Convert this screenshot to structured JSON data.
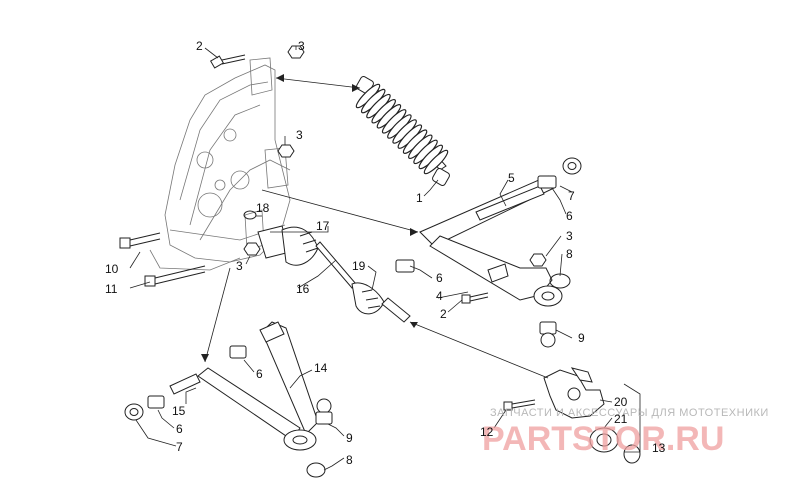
{
  "callouts": [
    {
      "id": "c1",
      "label": "1"
    },
    {
      "id": "c2a",
      "label": "2"
    },
    {
      "id": "c2b",
      "label": "2"
    },
    {
      "id": "c3a",
      "label": "3"
    },
    {
      "id": "c3b",
      "label": "3"
    },
    {
      "id": "c3c",
      "label": "3"
    },
    {
      "id": "c3d",
      "label": "3"
    },
    {
      "id": "c4",
      "label": "4"
    },
    {
      "id": "c5",
      "label": "5"
    },
    {
      "id": "c6a",
      "label": "6"
    },
    {
      "id": "c6b",
      "label": "6"
    },
    {
      "id": "c6c",
      "label": "6"
    },
    {
      "id": "c6d",
      "label": "6"
    },
    {
      "id": "c7a",
      "label": "7"
    },
    {
      "id": "c7b",
      "label": "7"
    },
    {
      "id": "c8a",
      "label": "8"
    },
    {
      "id": "c8b",
      "label": "8"
    },
    {
      "id": "c9a",
      "label": "9"
    },
    {
      "id": "c9b",
      "label": "9"
    },
    {
      "id": "c10",
      "label": "10"
    },
    {
      "id": "c11",
      "label": "11"
    },
    {
      "id": "c12",
      "label": "12"
    },
    {
      "id": "c13",
      "label": "13"
    },
    {
      "id": "c14",
      "label": "14"
    },
    {
      "id": "c15",
      "label": "15"
    },
    {
      "id": "c16",
      "label": "16"
    },
    {
      "id": "c17",
      "label": "17"
    },
    {
      "id": "c18",
      "label": "18"
    },
    {
      "id": "c19",
      "label": "19"
    },
    {
      "id": "c20",
      "label": "20"
    },
    {
      "id": "c21",
      "label": "21"
    }
  ],
  "watermark": {
    "tagline": "ЗАПЧАСТИ И АКСЕССУАРЫ ДЛЯ МОТОТЕХНИКИ",
    "brand": "PARTSTOR.RU"
  }
}
